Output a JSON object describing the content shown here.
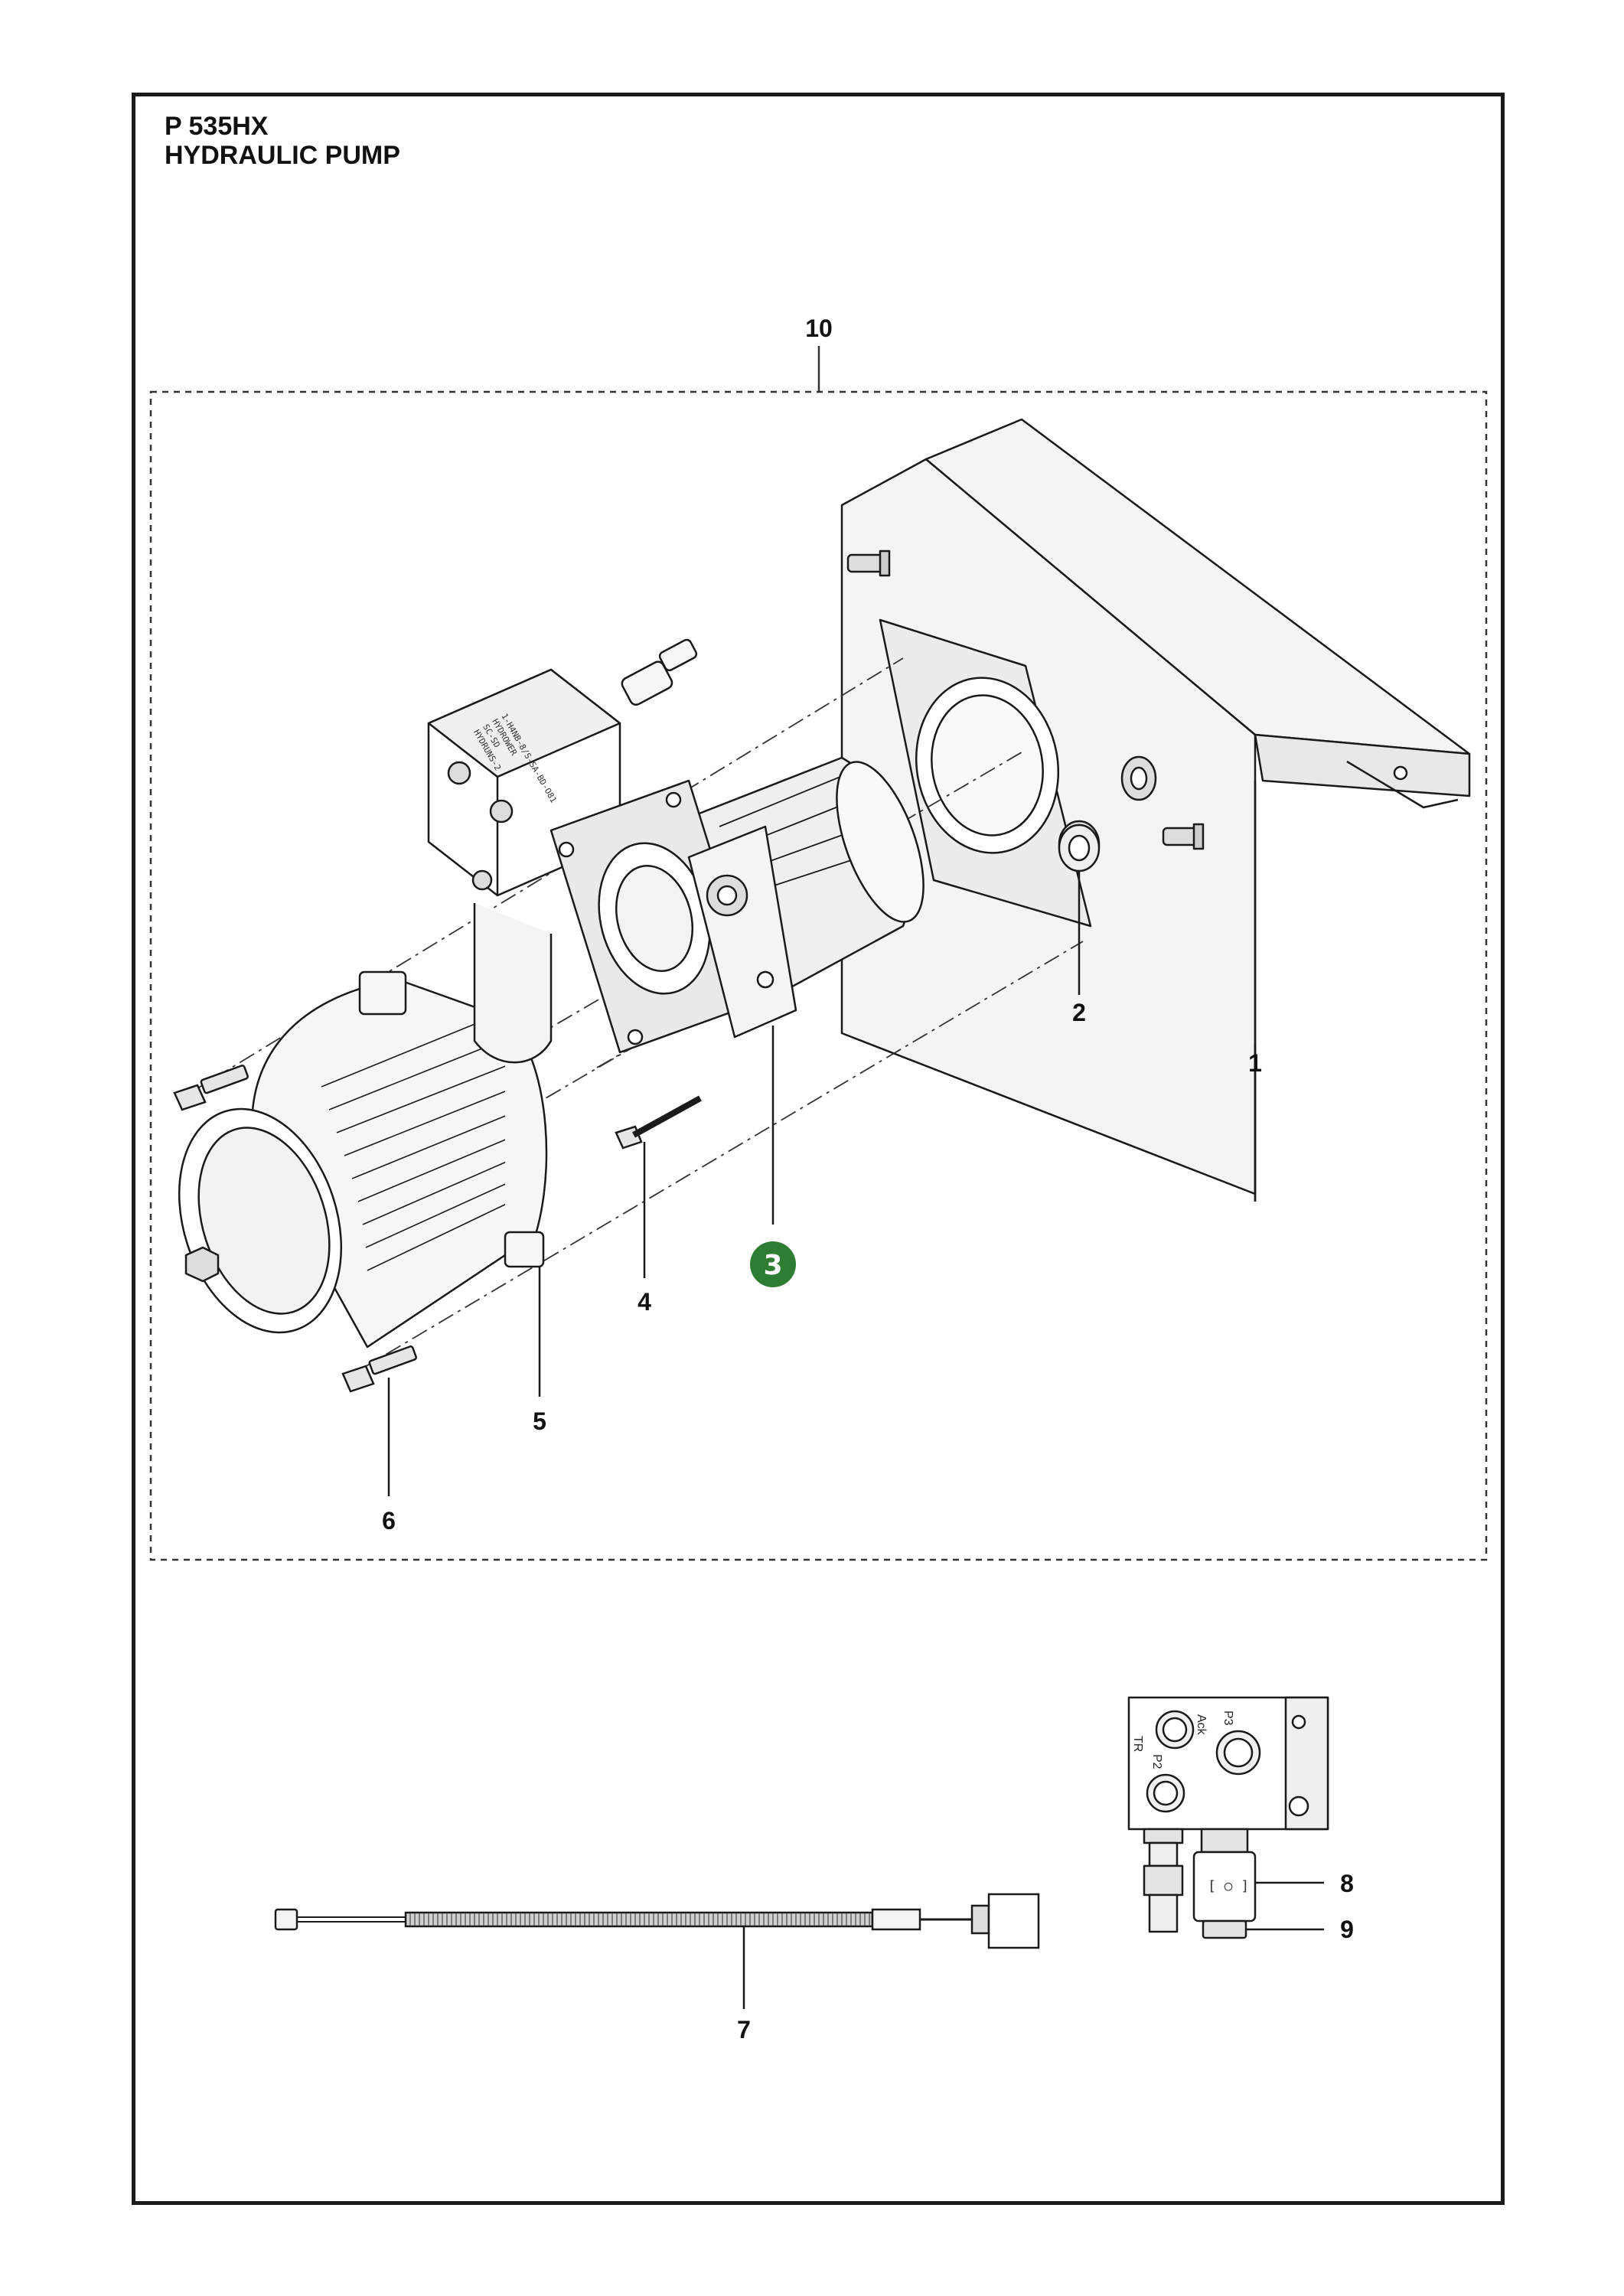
{
  "header": {
    "model": "P 535HX",
    "title": "HYDRAULIC PUMP"
  },
  "callouts": {
    "c1": "1",
    "c2": "2",
    "c3": "3",
    "c4": "4",
    "c5": "5",
    "c6": "6",
    "c7": "7",
    "c8": "8",
    "c9": "9",
    "c10": "10"
  },
  "valve_block_labels": {
    "p3": "P3",
    "ack": "Ack",
    "p2": "P2",
    "tr": "TR"
  },
  "pump_label": {
    "line1": "1-H4NB-8/S-SA-BD-O81",
    "line2": "HYDROWER",
    "line3": "SC-SD",
    "line4": "HYDRUNS-2"
  },
  "colors": {
    "line": "#1a1a1a",
    "badge": "#2e7d32",
    "housing_fill": "#f4f4f4"
  }
}
